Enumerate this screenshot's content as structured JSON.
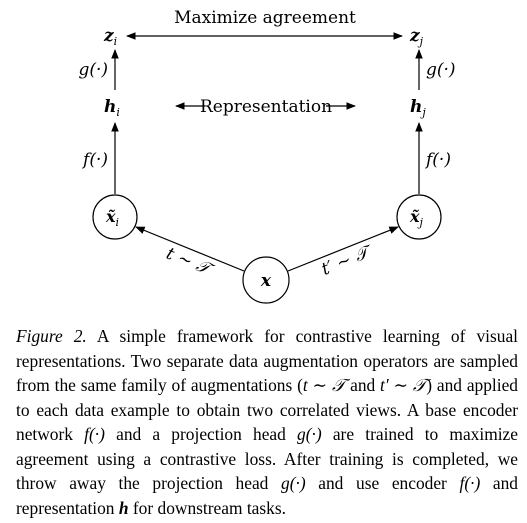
{
  "diagram": {
    "top_arrow_label": "Maximize agreement",
    "middle_label": "Representation",
    "nodes": {
      "z_i": "z",
      "z_i_sub": "i",
      "z_j": "z",
      "z_j_sub": "j",
      "h_i": "h",
      "h_i_sub": "i",
      "h_j": "h",
      "h_j_sub": "j",
      "x_tilde_i": "x̃",
      "x_tilde_i_sub": "i",
      "x_tilde_j": "x̃",
      "x_tilde_j_sub": "j",
      "x": "x"
    },
    "edge_labels": {
      "g_left": "g(·)",
      "g_right": "g(·)",
      "f_left": "f(·)",
      "f_right": "f(·)",
      "t_left": "t ∼ 𝒯",
      "t_right": "t′ ∼ 𝒯"
    }
  },
  "caption": {
    "label": "Figure 2.",
    "text_1": " A simple framework for contrastive learning of visual representations. Two separate data augmentation operators are sampled from the same family of augmentations (",
    "math_t": "t ∼ 𝒯",
    "text_2": " and ",
    "math_t_prime": "t′ ∼ 𝒯",
    "text_3": ") and applied to each data example to obtain two correlated views. A base encoder network ",
    "math_f": "f(·)",
    "text_4": " and a projection head ",
    "math_g": "g(·)",
    "text_5": " are trained to maximize agreement using a contrastive loss. After training is completed, we throw away the projection head ",
    "math_g2": "g(·)",
    "text_6": " and use encoder ",
    "math_f2": "f(·)",
    "text_7": " and representation ",
    "math_h": "h",
    "text_8": " for downstream tasks."
  }
}
